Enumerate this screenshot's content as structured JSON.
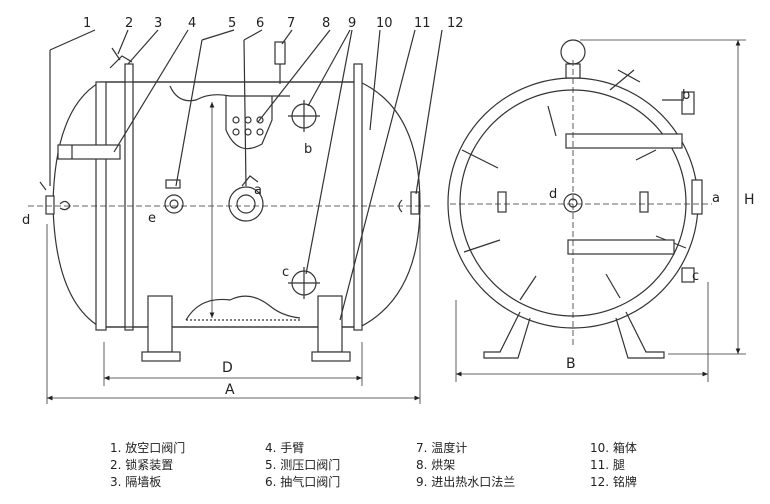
{
  "callouts": [
    "1",
    "2",
    "3",
    "4",
    "5",
    "6",
    "7",
    "8",
    "9",
    "10",
    "11",
    "12"
  ],
  "side_view": {
    "port_labels": {
      "a": "a",
      "b": "b",
      "c": "c",
      "d": "d",
      "e": "e"
    }
  },
  "front_view": {
    "port_labels": {
      "a": "a",
      "b": "b",
      "c": "c",
      "d": "d"
    }
  },
  "dimensions": {
    "A": "A",
    "D": "D",
    "B": "B",
    "H": "H"
  },
  "legend": {
    "col1": [
      "1. 放空口阀门",
      "2. 锁紧装置",
      "3. 隔墙板"
    ],
    "col2": [
      "4. 手臂",
      "5. 测压口阀门",
      "6. 抽气口阀门"
    ],
    "col3": [
      "7. 温度计",
      "8. 烘架",
      "9. 进出热水口法兰"
    ],
    "col4": [
      "10. 箱体",
      "11. 腿",
      "12. 铭牌"
    ]
  }
}
